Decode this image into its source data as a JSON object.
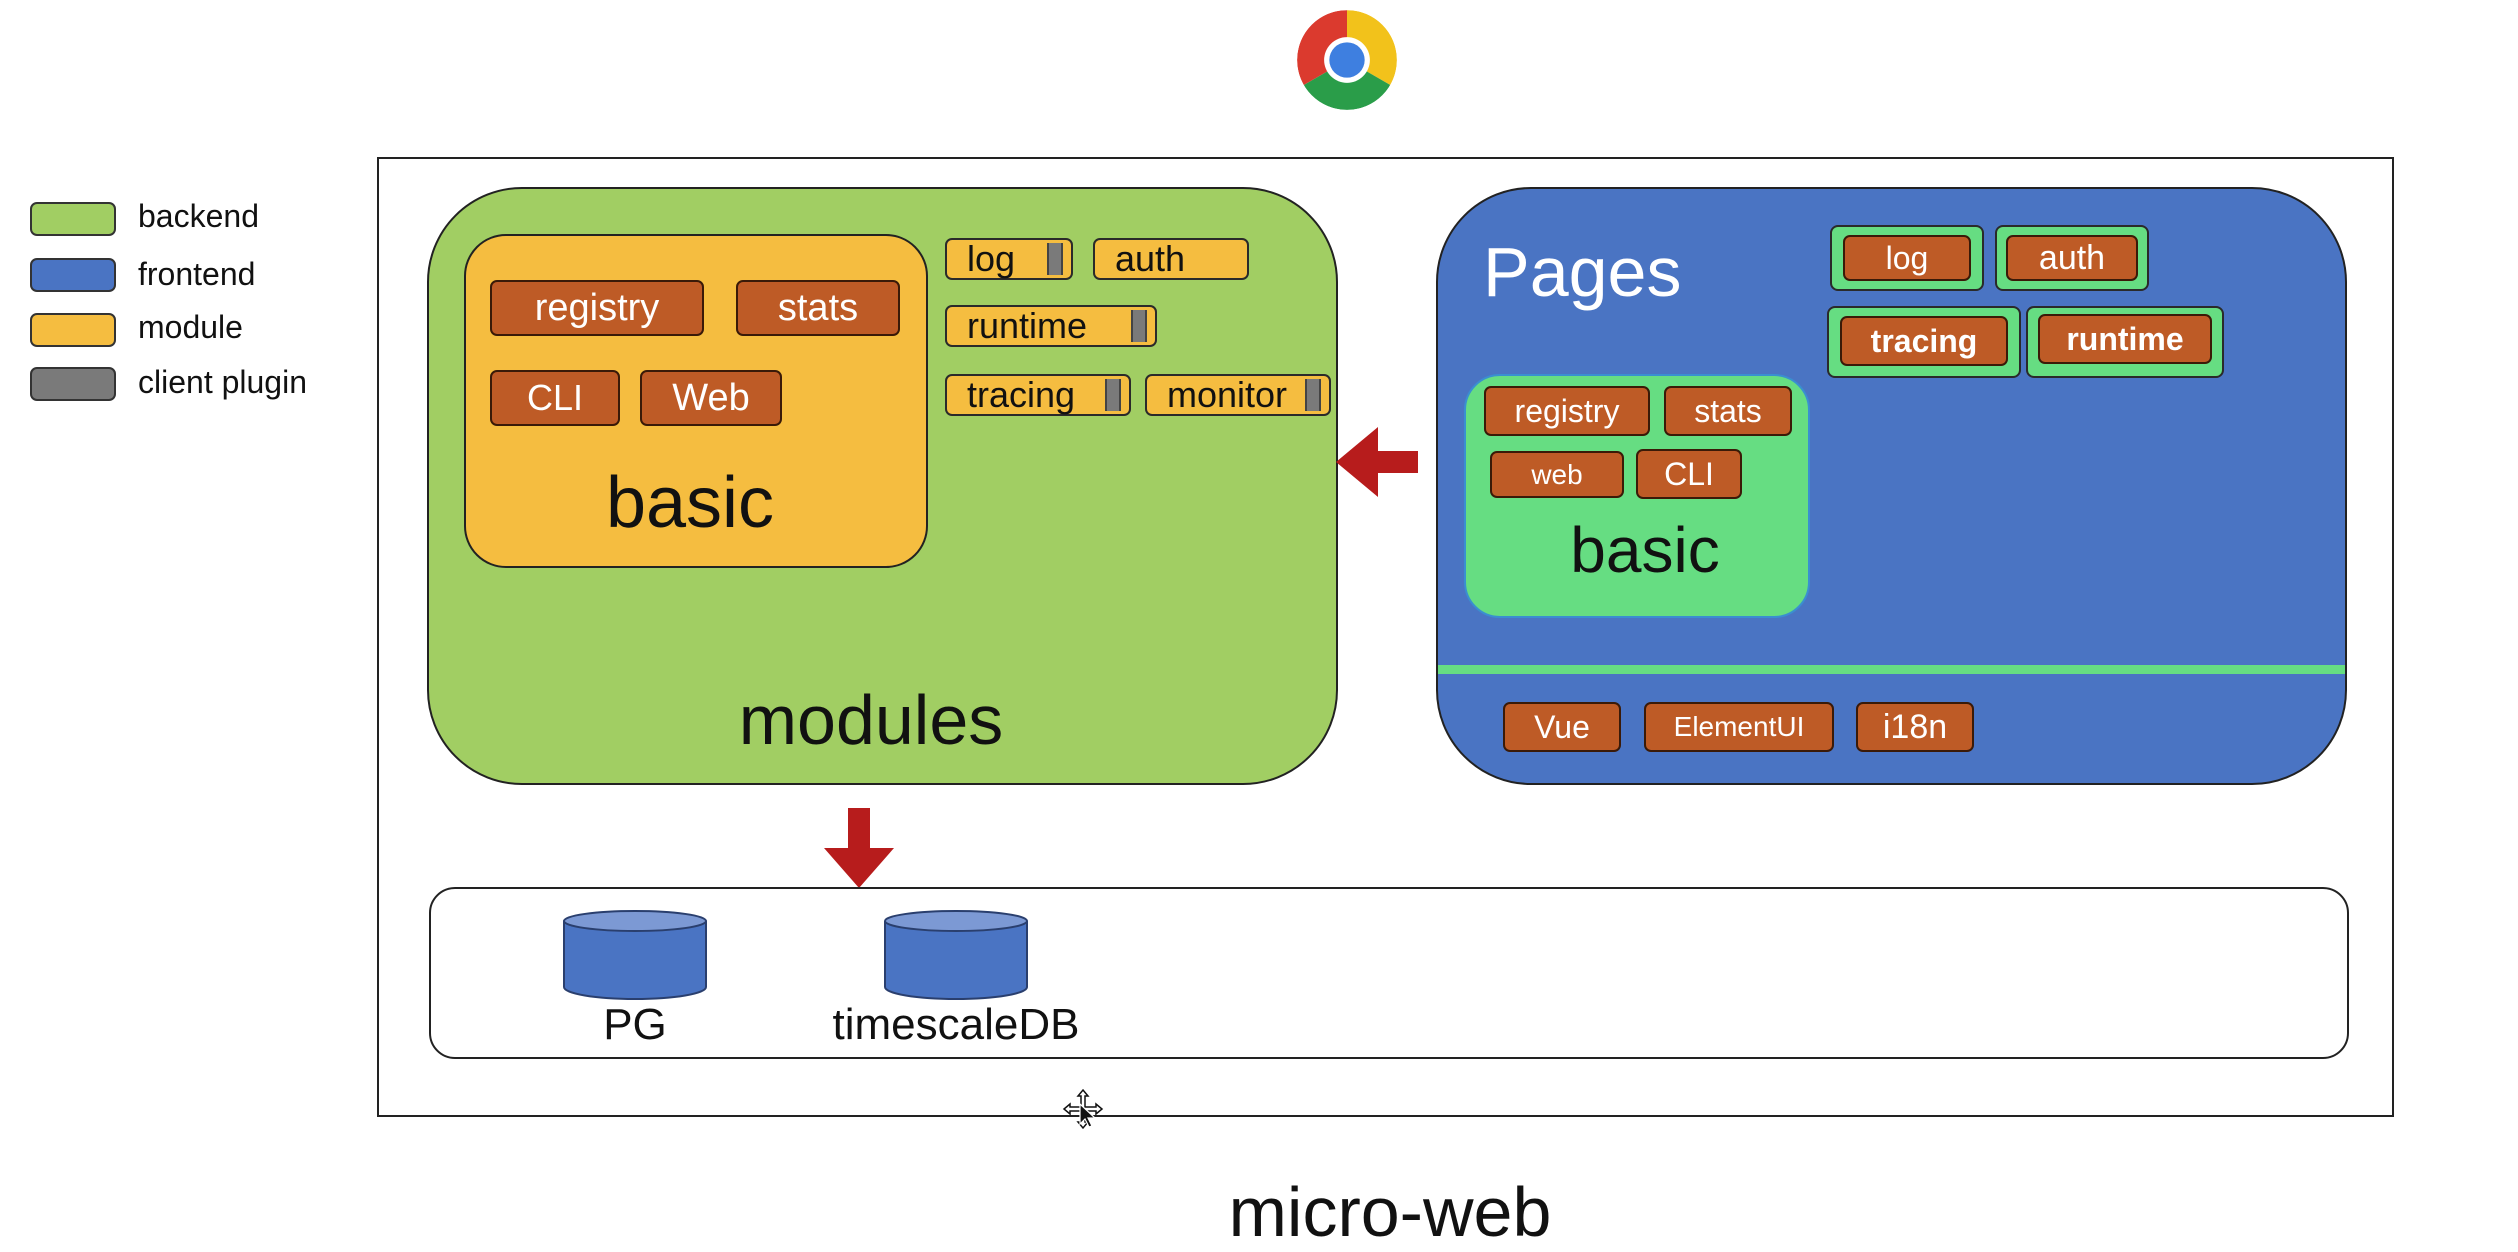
{
  "colors": {
    "backend": "#A1CE63",
    "frontend": "#4A74C3",
    "module": "#F5BD40",
    "client_plugin": "#7a7a7a",
    "component": "#BE5B26",
    "frontend_inner": "#66DD82",
    "arrow": "#B71C1C"
  },
  "legend": [
    {
      "label": "backend"
    },
    {
      "label": "frontend"
    },
    {
      "label": "module"
    },
    {
      "label": "client plugin"
    }
  ],
  "top_icon": "chrome-icon",
  "modules": {
    "title": "modules",
    "basic": {
      "title": "basic",
      "items": [
        "registry",
        "stats",
        "CLI",
        "Web"
      ]
    },
    "plugins": [
      {
        "label": "log",
        "client_plugin": true
      },
      {
        "label": "auth",
        "client_plugin": false
      },
      {
        "label": "runtime",
        "client_plugin": true
      },
      {
        "label": "tracing",
        "client_plugin": true
      },
      {
        "label": "monitor",
        "client_plugin": true
      }
    ]
  },
  "pages": {
    "title": "Pages",
    "plugins": [
      "log",
      "auth",
      "tracing",
      "runtime"
    ],
    "basic": {
      "title": "basic",
      "items": [
        "registry",
        "stats",
        "web",
        "CLI"
      ]
    },
    "libs": [
      "Vue",
      "ElementUI",
      "i18n"
    ]
  },
  "storage": {
    "databases": [
      "PG",
      "timescaleDB"
    ]
  },
  "caption": "micro-web"
}
